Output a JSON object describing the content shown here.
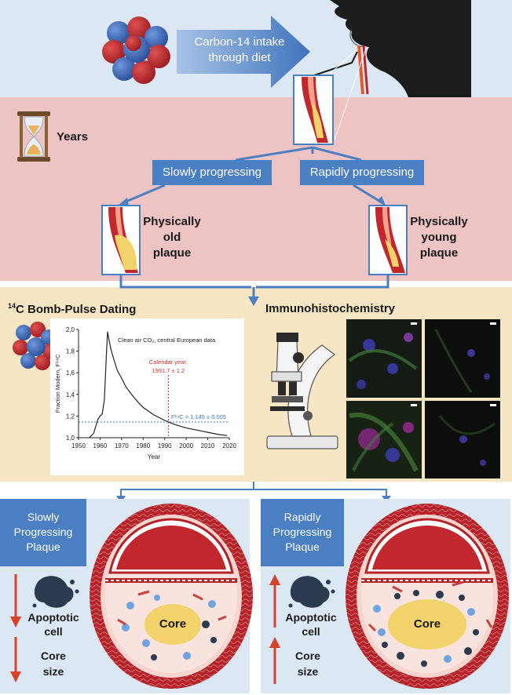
{
  "intake": {
    "line1": "Carbon-14 intake",
    "line2": "through diet"
  },
  "years_label": "Years",
  "branches": {
    "slow": "Slowly progressing",
    "rapid": "Rapidly progressing"
  },
  "old_plaque": {
    "line1": "Physically",
    "line2": "old",
    "line3": "plaque"
  },
  "young_plaque": {
    "line1": "Physically",
    "line2": "young",
    "line3": "plaque"
  },
  "dating": {
    "sup": "14",
    "title": "C Bomb-Pulse Dating"
  },
  "ihc_title": "Immunohistochemistry",
  "chart_data": {
    "type": "line",
    "title": "Clean air CO₂, central European data",
    "xlabel": "Year",
    "ylabel": "Fraction Modern, F¹⁴C",
    "xlim": [
      1950,
      2020
    ],
    "ylim": [
      1.0,
      2.0
    ],
    "xticks": [
      1950,
      1960,
      1970,
      1980,
      1990,
      2000,
      2010,
      2020
    ],
    "yticks": [
      1.0,
      1.2,
      1.4,
      1.6,
      1.8,
      2.0
    ],
    "ytick_labels": [
      "1,0",
      "1,2",
      "1,4",
      "1,6",
      "1,8",
      "2,0"
    ],
    "series": [
      {
        "x": [
          1955,
          1957,
          1959,
          1960,
          1961,
          1962,
          1963,
          1963.5,
          1964,
          1965,
          1966,
          1968,
          1970,
          1972,
          1975,
          1978,
          1980,
          1985,
          1990,
          1995,
          2000,
          2005,
          2010,
          2015,
          2019
        ],
        "y": [
          1.0,
          1.04,
          1.17,
          1.2,
          1.22,
          1.35,
          1.8,
          1.98,
          1.92,
          1.82,
          1.75,
          1.62,
          1.55,
          1.47,
          1.39,
          1.32,
          1.28,
          1.21,
          1.16,
          1.12,
          1.09,
          1.07,
          1.05,
          1.03,
          1.02
        ]
      }
    ],
    "annotations": {
      "calendar_label": "Calendar year:",
      "calendar_value": "1991.7 ± 1.2",
      "calendar_x": 1991.7,
      "f14c_label": "F¹⁴C = 1.145 ± 0.005",
      "f14c_y": 1.145
    },
    "colors": {
      "line": "#222222",
      "calendar": "#d0312d",
      "f14c": "#3a78c2"
    }
  },
  "slow_panel": {
    "title1": "Slowly",
    "title2": "Progressing",
    "title3": "Plaque",
    "apoptotic1": "Apoptotic",
    "apoptotic2": "cell",
    "core1": "Core",
    "core2": "size",
    "core_label": "Core",
    "direction": "down"
  },
  "rapid_panel": {
    "title1": "Rapidly",
    "title2": "Progressing",
    "title3": "Plaque",
    "apoptotic1": "Apoptotic",
    "apoptotic2": "cell",
    "core1": "Core",
    "core2": "size",
    "core_label": "Core",
    "direction": "up"
  },
  "colors": {
    "blue_band": "#dbe8f3",
    "pink_band": "#eec3c3",
    "yellow_band": "#f6e6c4",
    "box_blue": "#4a7fc1",
    "vessel_red": "#c1272d",
    "plaque_yellow": "#f2d26b",
    "arrow_red": "#d9412b"
  }
}
